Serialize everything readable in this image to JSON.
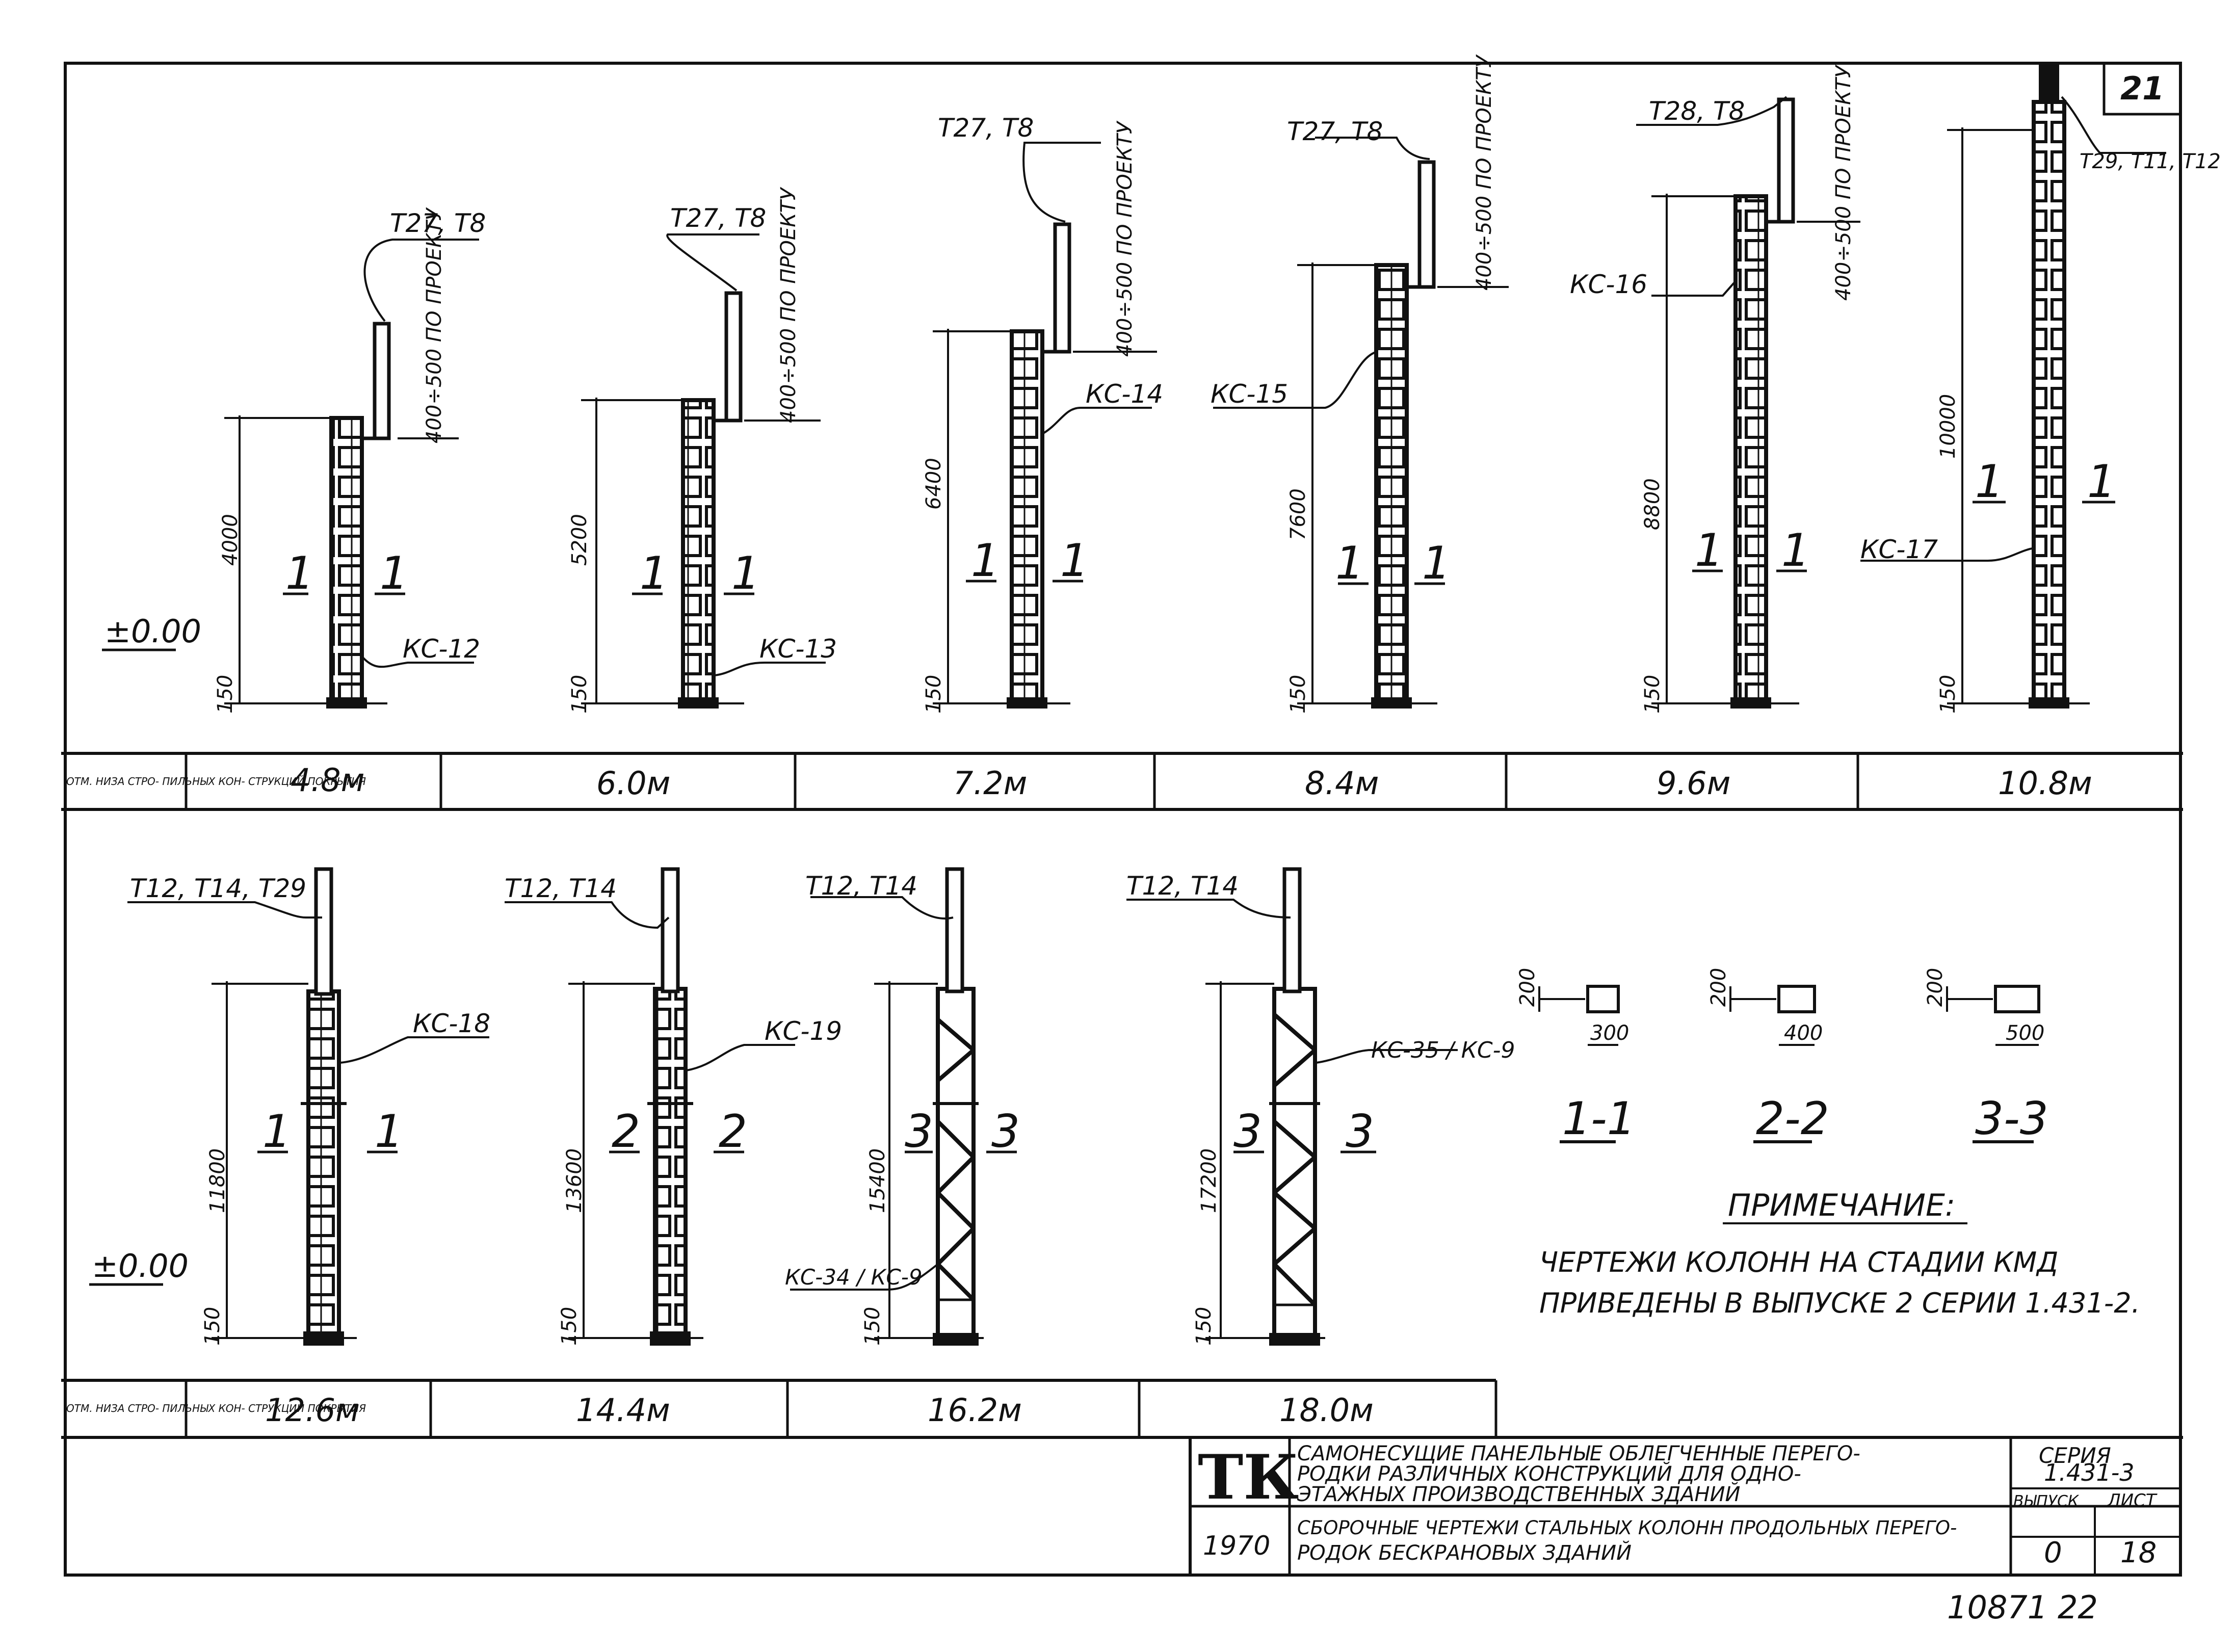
{
  "sheet_number": "21",
  "bottom_number": "10871  22",
  "top_row": {
    "row_label": "ОТМ. НИЗА СТРО- ПИЛЬНЫХ КОН- СТРУКЦИЙ ПОКРЫТИЯ",
    "ground_mark": "±0.00",
    "heights": [
      "4.8м",
      "6.0м",
      "7.2м",
      "8.4м",
      "9.6м",
      "10.8м"
    ],
    "columns": [
      {
        "top_label": "Т27, Т8",
        "height_dim": "4000",
        "bottom_dim": "150",
        "top_dim": "400÷500 ПО ПРОЕКТУ",
        "column_label": "КС-12",
        "section_left": "1",
        "section_right": "1"
      },
      {
        "top_label": "Т27, Т8",
        "height_dim": "5200",
        "bottom_dim": "150",
        "top_dim": "400÷500 ПО ПРОЕКТУ",
        "column_label": "КС-13",
        "section_left": "1",
        "section_right": "1"
      },
      {
        "top_label": "Т27, Т8",
        "height_dim": "6400",
        "bottom_dim": "150",
        "top_dim": "400÷500 ПО ПРОЕКТУ",
        "column_label": "КС-14",
        "section_left": "1",
        "section_right": "1"
      },
      {
        "top_label": "Т27, Т8",
        "height_dim": "7600",
        "bottom_dim": "150",
        "top_dim": "400÷500 ПО ПРОЕКТУ",
        "column_label": "КС-15",
        "section_left": "1",
        "section_right": "1"
      },
      {
        "top_label": "Т28, Т8",
        "height_dim": "8800",
        "bottom_dim": "150",
        "top_dim": "400÷500 ПО ПРОЕКТУ",
        "column_label": "КС-16",
        "section_left": "1",
        "section_right": "1"
      },
      {
        "top_label": "Т29, Т11, Т12",
        "height_dim": "10000",
        "bottom_dim": "150",
        "top_dim": "",
        "column_label": "КС-17",
        "section_left": "1",
        "section_right": "1"
      }
    ]
  },
  "bottom_row": {
    "row_label": "ОТМ. НИЗА СТРО- ПИЛЬНЫХ КОН- СТРУКЦИЙ ПОКРЫТИЯ",
    "ground_mark": "±0.00",
    "heights": [
      "12.6м",
      "14.4м",
      "16.2м",
      "18.0м"
    ],
    "columns": [
      {
        "top_label": "Т12, Т14, Т29",
        "height_dim": "11800",
        "bottom_dim": "150",
        "column_label": "КС-18",
        "section_left": "1",
        "section_right": "1"
      },
      {
        "top_label": "Т12, Т14",
        "height_dim": "13600",
        "bottom_dim": "150",
        "column_label": "КС-19",
        "section_left": "2",
        "section_right": "2"
      },
      {
        "top_label": "Т12, Т14",
        "height_dim": "15400",
        "bottom_dim": "150",
        "column_label": "КС-34 / КС-9",
        "section_left": "3",
        "section_right": "3"
      },
      {
        "top_label": "Т12, Т14",
        "height_dim": "17200",
        "bottom_dim": "150",
        "column_label": "КС-35 / КС-9",
        "section_left": "3",
        "section_right": "3"
      }
    ]
  },
  "sections": [
    {
      "label": "1-1",
      "height": "200",
      "width": "300"
    },
    {
      "label": "2-2",
      "height": "200",
      "width": "400"
    },
    {
      "label": "3-3",
      "height": "200",
      "width": "500"
    }
  ],
  "note": {
    "title": "ПРИМЕЧАНИЕ:",
    "line1": "ЧЕРТЕЖИ КОЛОНН НА СТАДИИ КМД",
    "line2": "ПРИВЕДЕНЫ В ВЫПУСКЕ 2 СЕРИИ 1.431-2."
  },
  "title_block": {
    "logo": "ТК",
    "year": "1970",
    "title_line1": "САМОНЕСУЩИЕ ПАНЕЛЬНЫЕ ОБЛЕГЧЕННЫЕ ПЕРЕГО-",
    "title_line2": "РОДКИ РАЗЛИЧНЫХ КОНСТРУКЦИЙ ДЛЯ ОДНО-",
    "title_line3": "ЭТАЖНЫХ ПРОИЗВОДСТВЕННЫХ ЗДАНИЙ",
    "subtitle_line1": "СБОРОЧНЫЕ ЧЕРТЕЖИ СТАЛЬНЫХ КОЛОНН ПРОДОЛЬНЫХ ПЕРЕГО-",
    "subtitle_line2": "РОДОК БЕСКРАНОВЫХ ЗДАНИЙ",
    "series_label": "СЕРИЯ",
    "series_value": "1.431-3",
    "issue_label": "ВЫПУСК",
    "issue_value": "0",
    "sheet_label": "ЛИСТ",
    "sheet_value": "18"
  }
}
